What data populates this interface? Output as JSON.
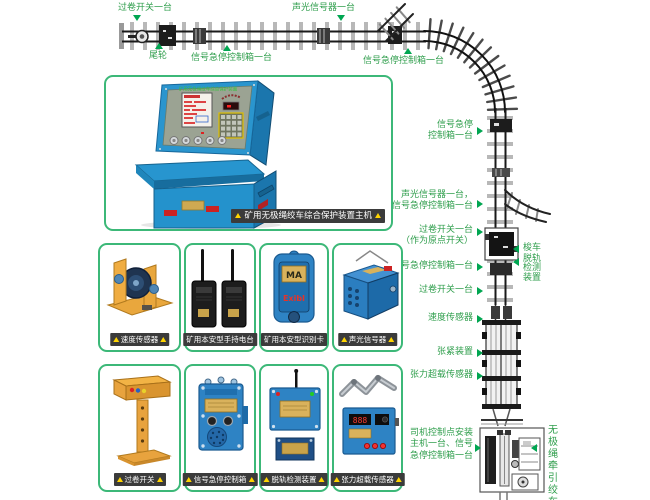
{
  "colors": {
    "accent_green": "#00a651",
    "diagram_text_green": "#2f9e4c",
    "card_border_green": "#3cb878",
    "label_bg": "#3b3b3b",
    "label_text": "#ffffff",
    "triangle_yellow": "#ffd400"
  },
  "track_labels": {
    "top_overwind": "过卷开关一台",
    "top_sound_light": "声光信号器一台",
    "tail_wheel": "尾轮",
    "estop_bottom_left": "信号急停控制箱一台",
    "estop_bottom_right": "信号急停控制箱一台",
    "r_estop1_l1": "信号急停",
    "r_estop1_l2": "控制箱一台",
    "r_sound_l1": "声光信号器一台，",
    "r_sound_l2": "信号急停控制箱一台",
    "r_overwind_l1": "过卷开关一台",
    "r_overwind_l2": "（作为原点开关）",
    "shuttle_car": "梭车",
    "r_estop2": "信号急停控制箱一台",
    "derail_l1": "脱轨",
    "derail_l2": "检测",
    "derail_l3": "装置",
    "r_overwind2": "过卷开关一台",
    "r_speed": "速度传感器",
    "r_tension_device": "张紧装置",
    "r_tension_sensor": "张力超载传感器",
    "driver_l1": "司机控制点安装",
    "driver_l2": "主机一台、信号",
    "driver_l3": "急停控制箱一台",
    "winch_vertical": "无极绳牵引绞车"
  },
  "products": {
    "console": {
      "label": "矿用无极绳绞车综合保护装置主机",
      "panel_title": "矿用无极绳绞车综合保护装置"
    },
    "speed_sensor": {
      "label": "速度传感器"
    },
    "handheld_radio": {
      "label": "矿用本安型手持电台"
    },
    "id_card": {
      "label": "矿用本安型识别卡",
      "ma": "MA",
      "exib": "ExibI"
    },
    "sound_light": {
      "label": "声光信号器"
    },
    "overwind_switch": {
      "label": "过卷开关"
    },
    "estop_box": {
      "label": "信号急停控制箱"
    },
    "derail_detector": {
      "label": "脱轨检测装置"
    },
    "tension_sensor": {
      "label": "张力超载传感器",
      "display": "888"
    }
  }
}
